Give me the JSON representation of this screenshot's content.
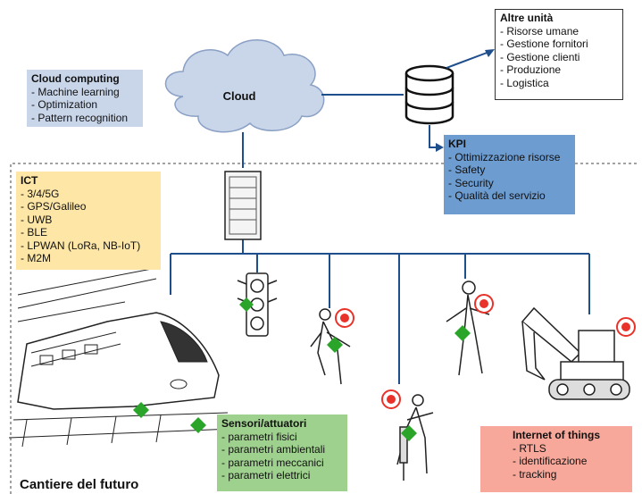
{
  "cloud_label": "Cloud",
  "cloud_computing": {
    "title": "Cloud computing",
    "items": [
      "Machine learning",
      "Optimization",
      "Pattern recognition"
    ]
  },
  "ict": {
    "title": "ICT",
    "items": [
      "3/4/5G",
      "GPS/Galileo",
      "UWB",
      "BLE",
      "LPWAN (LoRa, NB-IoT)",
      "M2M"
    ]
  },
  "altre_unita": {
    "title": "Altre unità",
    "items": [
      "Risorse umane",
      "Gestione fornitori",
      "Gestione clienti",
      "Produzione",
      "Logistica"
    ]
  },
  "kpi": {
    "title": "KPI",
    "items": [
      "Ottimizzazione risorse",
      "Safety",
      "Security",
      "Qualità del servizio"
    ]
  },
  "sensori": {
    "title": "Sensori/attuatori",
    "items": [
      "parametri fisici",
      "parametri ambientali",
      "parametri meccanici",
      "parametri elettrici"
    ]
  },
  "iot": {
    "title": "Internet of things",
    "items": [
      "RTLS",
      "identificazione",
      "tracking"
    ]
  },
  "footer": "Cantiere del futuro",
  "colors": {
    "network_line": "#1f4e8c",
    "sensor": "#2aa52a",
    "rtls": "#e8322a",
    "dashed_border": "#444444"
  },
  "icons": [
    "cloud-icon",
    "database-icon",
    "server-rack-icon",
    "train-icon",
    "traffic-light-icon",
    "worker-icon",
    "jackhammer-icon",
    "excavator-icon",
    "rtls-icon",
    "sensor-icon"
  ]
}
